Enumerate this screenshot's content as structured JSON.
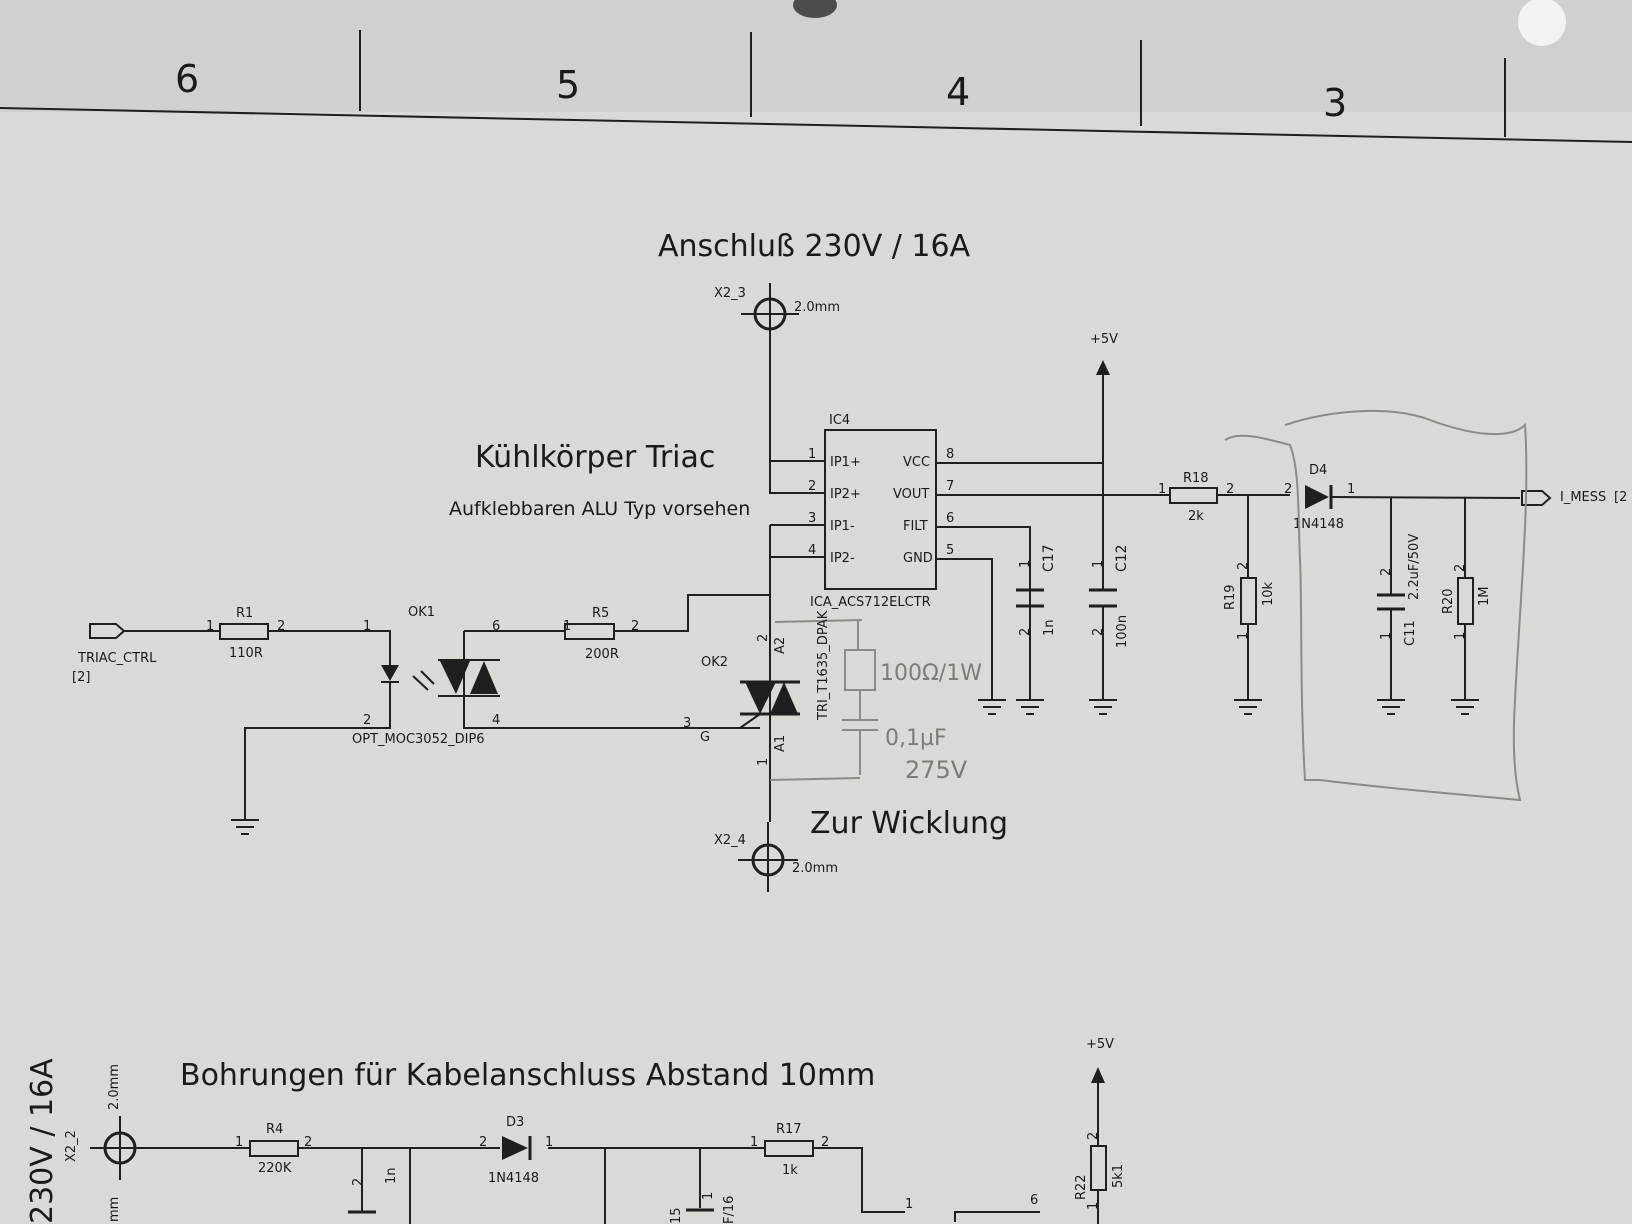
{
  "frame": {
    "columns": [
      "6",
      "5",
      "4",
      "3"
    ]
  },
  "titles": {
    "supply": "Anschluß 230V / 16A",
    "heatsink": "Kühlkörper Triac",
    "heatsink_note": "Aufklebbaren ALU Typ vorsehen",
    "winding": "Zur Wicklung",
    "holes": "Bohrungen für Kabelanschluss Abstand 10mm",
    "side": "230V / 16A"
  },
  "connectors": {
    "x2_3": "X2_3",
    "x2_4": "X2_4",
    "x2_2": "X2_2",
    "size": "2.0mm",
    "side_mm": "mm"
  },
  "power": {
    "plus5v": "+5V"
  },
  "ic4": {
    "ref": "IC4",
    "part": "ICA_ACS712ELCTR",
    "left_pins": [
      {
        "num": "1",
        "name": "IP1+"
      },
      {
        "num": "2",
        "name": "IP2+"
      },
      {
        "num": "3",
        "name": "IP1-"
      },
      {
        "num": "4",
        "name": "IP2-"
      }
    ],
    "right_pins": [
      {
        "num": "8",
        "name": "VCC"
      },
      {
        "num": "7",
        "name": "VOUT"
      },
      {
        "num": "6",
        "name": "FILT"
      },
      {
        "num": "5",
        "name": "GND"
      }
    ]
  },
  "r1": {
    "ref": "R1",
    "value": "110R",
    "p1": "1",
    "p2": "2"
  },
  "r5": {
    "ref": "R5",
    "value": "200R",
    "p1": "1",
    "p2": "2"
  },
  "ok1": {
    "ref": "OK1",
    "part": "OPT_MOC3052_DIP6",
    "pins": [
      "1",
      "2",
      "6",
      "4"
    ]
  },
  "ok2": {
    "ref": "OK2",
    "part": "TRI_T1635_DPAK",
    "a2": "A2",
    "a1": "A1",
    "g": "G",
    "p2": "2",
    "p1": "1",
    "p3": "3"
  },
  "triac_ctrl": {
    "label": "TRIAC_CTRL",
    "sheet": "[2]"
  },
  "c17": {
    "ref": "C17",
    "value": "1n",
    "p1": "1",
    "p2": "2"
  },
  "c12": {
    "ref": "C12",
    "value": "100n",
    "p1": "1",
    "p2": "2"
  },
  "r18": {
    "ref": "R18",
    "value": "2k",
    "p1": "1",
    "p2": "2"
  },
  "d4": {
    "ref": "D4",
    "value": "1N4148",
    "p2": "2",
    "p1": "1"
  },
  "r19": {
    "ref": "R19",
    "value": "10k",
    "p1": "1",
    "p2": "2"
  },
  "c11": {
    "ref": "C11",
    "value": "2.2uF/50V",
    "p1": "1",
    "p2": "2"
  },
  "r20": {
    "ref": "R20",
    "value": "1M",
    "p1": "1",
    "p2": "2"
  },
  "i_mess": {
    "label": "I_MESS",
    "sheet": "[2"
  },
  "snubber_notes": {
    "resistor": "100Ω/1W",
    "cap": "0,1µF",
    "volt": "275V"
  },
  "bottom": {
    "r4": {
      "ref": "R4",
      "value": "220K",
      "p1": "1",
      "p2": "2"
    },
    "cap": {
      "value": "1n",
      "p": "2"
    },
    "d3": {
      "ref": "D3",
      "value": "1N4148",
      "p2": "2",
      "p1": "1"
    },
    "r17": {
      "ref": "R17",
      "value": "1k",
      "p1": "1",
      "p2": "2"
    },
    "c15": {
      "ref": "15",
      "value": "F/16",
      "p": "1"
    },
    "r22": {
      "ref": "R22",
      "value": "5k1",
      "p2": "2",
      "p1": "1"
    },
    "pin1": "1",
    "pin6": "6"
  }
}
